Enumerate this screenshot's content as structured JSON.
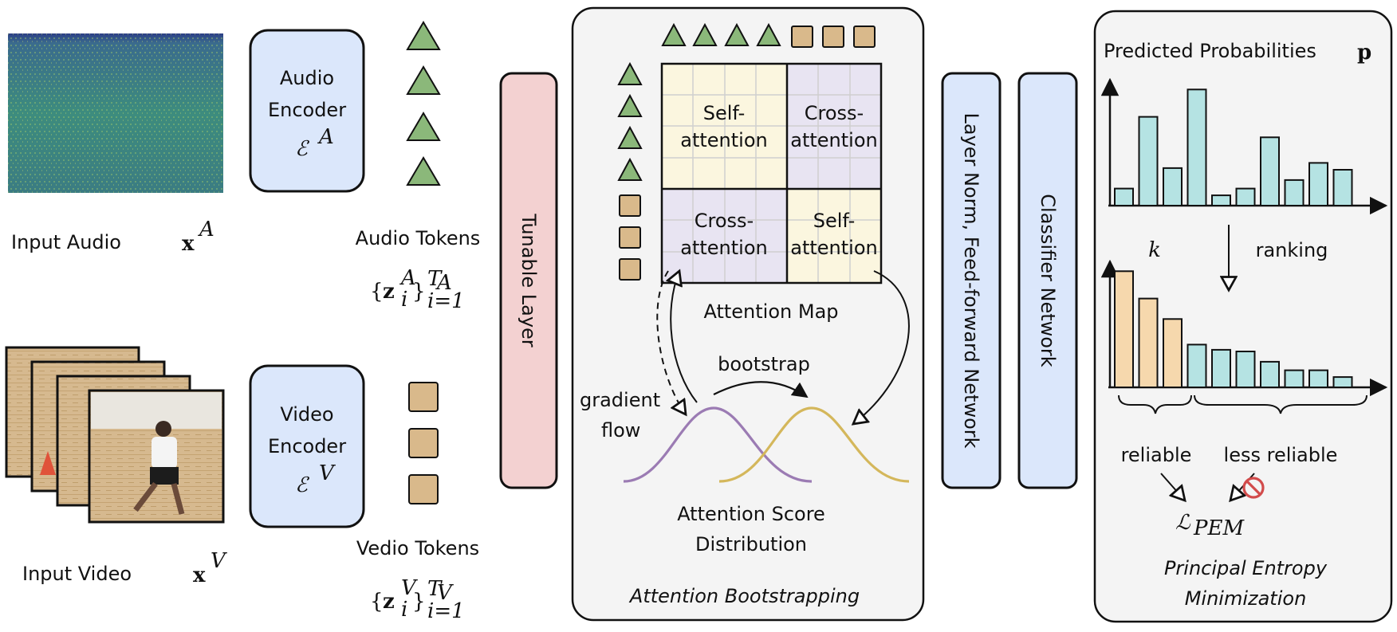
{
  "inputs": {
    "audio_label": "Input Audio",
    "audio_symbol": "x",
    "audio_sup": "A",
    "video_label": "Input Video",
    "video_symbol": "x",
    "video_sup": "V"
  },
  "audio_encoder": {
    "line1": "Audio",
    "line2": "Encoder",
    "symbol": "ℰ",
    "sup": "A"
  },
  "video_encoder": {
    "line1": "Video",
    "line2": "Encoder",
    "symbol": "ℰ",
    "sup": "V"
  },
  "audio_tokens": {
    "label": "Audio Tokens",
    "open": "{",
    "z": "z",
    "sup": "A",
    "sub": "i",
    "close": "}",
    "upper": "T",
    "upper_sub": "A",
    "lower": "i=1"
  },
  "video_tokens": {
    "label": "Vedio Tokens",
    "open": "{",
    "z": "z",
    "sup": "V",
    "sub": "i",
    "close": "}",
    "upper": "T",
    "upper_sub": "V",
    "lower": "i=1"
  },
  "tunable_layer": "Tunable Layer",
  "attention_panel": {
    "self_attention_1": [
      "Self-",
      "attention"
    ],
    "cross_attention_1": [
      "Cross-",
      "attention"
    ],
    "cross_attention_2": [
      "Cross-",
      "attention"
    ],
    "self_attention_2": [
      "Self-",
      "attention"
    ],
    "attention_map": "Attention Map",
    "bootstrap": "bootstrap",
    "gradient_flow": [
      "gradient",
      "flow"
    ],
    "score_distribution": [
      "Attention Score",
      "Distribution"
    ],
    "footer": "Attention Bootstrapping"
  },
  "layer_norm": "Layer Norm, Feed-forward Network",
  "classifier": "Classifier Network",
  "pem_panel": {
    "title": "Predicted Probabilities",
    "title_symbol": "p",
    "k_label": "k",
    "ranking": "ranking",
    "reliable": "reliable",
    "less_reliable": "less reliable",
    "loss_symbol": "ℒ",
    "loss_sub": "PEM",
    "footer": [
      "Principal Entropy",
      "Minimization"
    ]
  },
  "chart_data": [
    {
      "type": "bar",
      "values": [
        0.1,
        0.52,
        0.22,
        0.68,
        0.06,
        0.1,
        0.4,
        0.15,
        0.25,
        0.21
      ]
    },
    {
      "type": "bar",
      "values": [
        0.68,
        0.52,
        0.4,
        0.25,
        0.22,
        0.21,
        0.15,
        0.1,
        0.1,
        0.06
      ],
      "top_k": 3
    }
  ],
  "colors": {
    "encoder_fill": "#dbe7fb",
    "tunable_fill": "#f3d1d1",
    "panel_fill": "#f4f4f4",
    "triangle_fill": "#8bb87a",
    "square_fill": "#d9b98b",
    "self_attention_fill": "#fbf6df",
    "cross_attention_fill": "#e8e4f2",
    "bar_teal": "#b5e3e3",
    "bar_orange": "#f6d8ad",
    "curve_purple": "#9b7bb3",
    "curve_gold": "#d4b75b",
    "forbid_red": "#d24b4b"
  },
  "icons": [
    "triangle-token-icon",
    "square-token-icon",
    "forbidden-icon"
  ]
}
